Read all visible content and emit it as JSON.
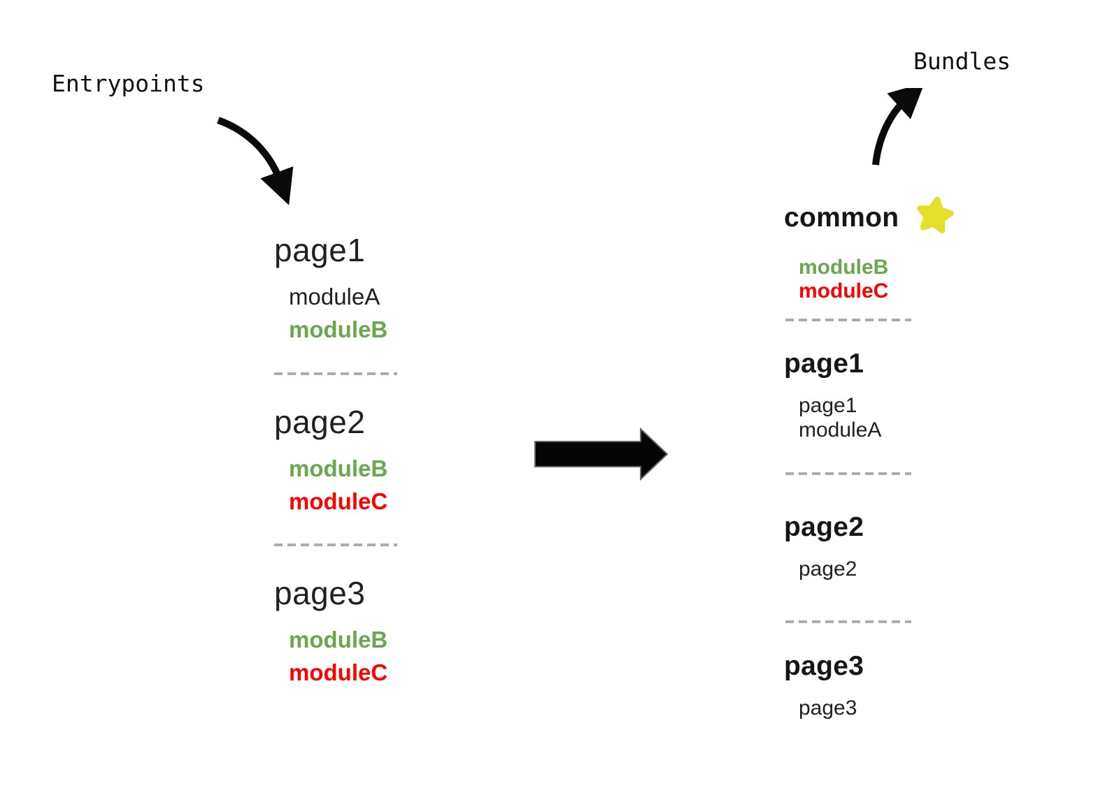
{
  "labels": {
    "entrypoints": "Entrypoints",
    "bundles": "Bundles"
  },
  "colors": {
    "module_green": "#6aa84f",
    "module_red": "#ff0000",
    "star_yellow": "#e4e02a",
    "text_black": "#1f1f1f",
    "divider_gray": "#9e9e9e"
  },
  "icons": {
    "entry_curved_arrow": "curved-arrow-down-right",
    "bundles_curved_arrow": "curved-arrow-up-right",
    "transform_arrow": "thick-arrow-right",
    "star": "yellow-star"
  },
  "entrypoints": [
    {
      "name": "page1",
      "modules": [
        {
          "label": "moduleA",
          "color": "black"
        },
        {
          "label": "moduleB",
          "color": "green"
        }
      ]
    },
    {
      "name": "page2",
      "modules": [
        {
          "label": "moduleB",
          "color": "green"
        },
        {
          "label": "moduleC",
          "color": "red"
        }
      ]
    },
    {
      "name": "page3",
      "modules": [
        {
          "label": "moduleB",
          "color": "green"
        },
        {
          "label": "moduleC",
          "color": "red"
        }
      ]
    }
  ],
  "bundles": [
    {
      "name": "common",
      "starred": true,
      "modules": [
        {
          "label": "moduleB",
          "color": "green"
        },
        {
          "label": "moduleC",
          "color": "red"
        }
      ]
    },
    {
      "name": "page1",
      "starred": false,
      "modules": [
        {
          "label": "page1",
          "color": "black"
        },
        {
          "label": "moduleA",
          "color": "black"
        }
      ]
    },
    {
      "name": "page2",
      "starred": false,
      "modules": [
        {
          "label": "page2",
          "color": "black"
        }
      ]
    },
    {
      "name": "page3",
      "starred": false,
      "modules": [
        {
          "label": "page3",
          "color": "black"
        }
      ]
    }
  ]
}
